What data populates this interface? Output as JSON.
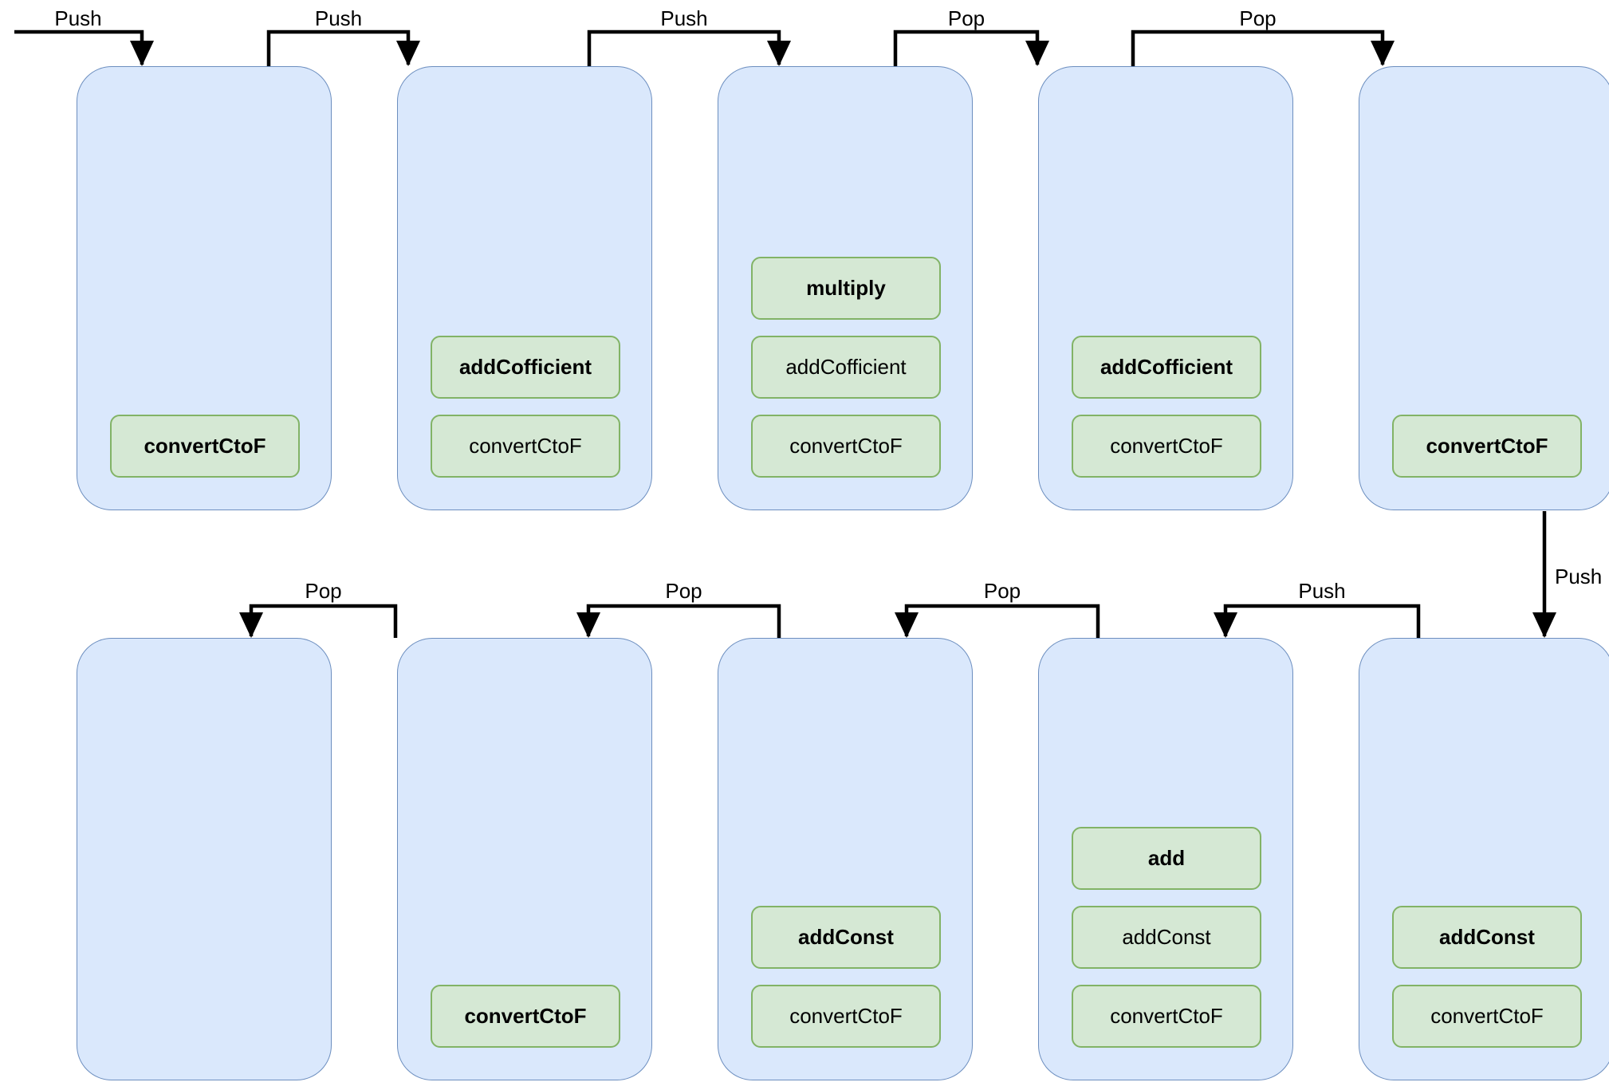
{
  "colors": {
    "background": "#ffffff",
    "stack_fill": "#dae8fc",
    "stack_border": "#6c8ebf",
    "frame_fill": "#d5e8d4",
    "frame_border": "#82b366",
    "arrow": "#000000",
    "text": "#000000"
  },
  "rows": [
    {
      "name": "top",
      "stacks": [
        {
          "frames": [
            {
              "label": "convertCtoF",
              "bold": true
            }
          ]
        },
        {
          "frames": [
            {
              "label": "convertCtoF",
              "bold": false
            },
            {
              "label": "addCofficient",
              "bold": true
            }
          ]
        },
        {
          "frames": [
            {
              "label": "convertCtoF",
              "bold": false
            },
            {
              "label": "addCofficient",
              "bold": false
            },
            {
              "label": "multiply",
              "bold": true
            }
          ]
        },
        {
          "frames": [
            {
              "label": "convertCtoF",
              "bold": false
            },
            {
              "label": "addCofficient",
              "bold": true
            }
          ]
        },
        {
          "frames": [
            {
              "label": "convertCtoF",
              "bold": true
            }
          ]
        }
      ],
      "arrows": [
        {
          "label": "Push",
          "from": "outside",
          "to": "stack-1"
        },
        {
          "label": "Push",
          "from": "stack-1",
          "to": "stack-2"
        },
        {
          "label": "Push",
          "from": "stack-2",
          "to": "stack-3"
        },
        {
          "label": "Pop",
          "from": "stack-3",
          "to": "stack-4"
        },
        {
          "label": "Pop",
          "from": "stack-4",
          "to": "stack-5"
        }
      ]
    },
    {
      "name": "bottom",
      "stacks": [
        {
          "frames": []
        },
        {
          "frames": [
            {
              "label": "convertCtoF",
              "bold": true
            }
          ]
        },
        {
          "frames": [
            {
              "label": "convertCtoF",
              "bold": false
            },
            {
              "label": "addConst",
              "bold": true
            }
          ]
        },
        {
          "frames": [
            {
              "label": "convertCtoF",
              "bold": false
            },
            {
              "label": "addConst",
              "bold": false
            },
            {
              "label": "add",
              "bold": true
            }
          ]
        },
        {
          "frames": [
            {
              "label": "convertCtoF",
              "bold": false
            },
            {
              "label": "addConst",
              "bold": true
            }
          ]
        }
      ],
      "arrows": [
        {
          "label": "Pop",
          "from": "stack-2",
          "to": "stack-1"
        },
        {
          "label": "Pop",
          "from": "stack-3",
          "to": "stack-2"
        },
        {
          "label": "Pop",
          "from": "stack-4",
          "to": "stack-3"
        },
        {
          "label": "Push",
          "from": "stack-5",
          "to": "stack-4"
        }
      ]
    }
  ],
  "transfer_arrow": {
    "label": "Push",
    "from": "top-stack-5",
    "to": "bottom-stack-5"
  }
}
